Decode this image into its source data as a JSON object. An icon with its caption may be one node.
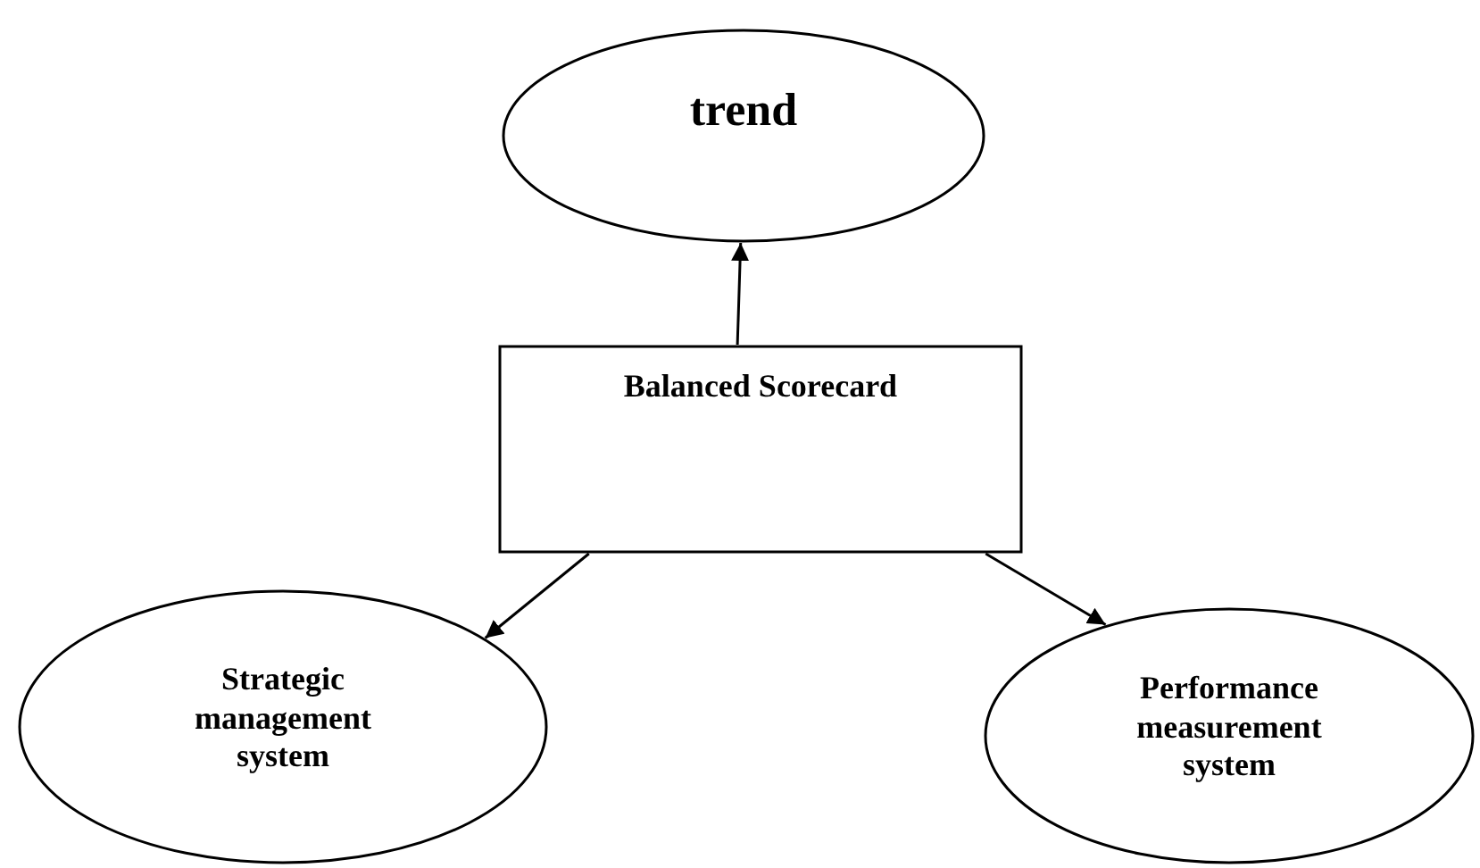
{
  "diagram": {
    "nodes": [
      {
        "text": [
          "trend"
        ]
      },
      {
        "text": [
          "Balanced Scorecard"
        ]
      },
      {
        "text": [
          "Strategic management system"
        ]
      },
      {
        "text": [
          "Performance measurement system"
        ]
      }
    ],
    "edges": [
      {
        "from": 1,
        "to": 0,
        "arrow": "to"
      },
      {
        "from": 1,
        "to": 2,
        "arrow": "to"
      },
      {
        "from": 1,
        "to": 3,
        "arrow": "to"
      }
    ]
  }
}
